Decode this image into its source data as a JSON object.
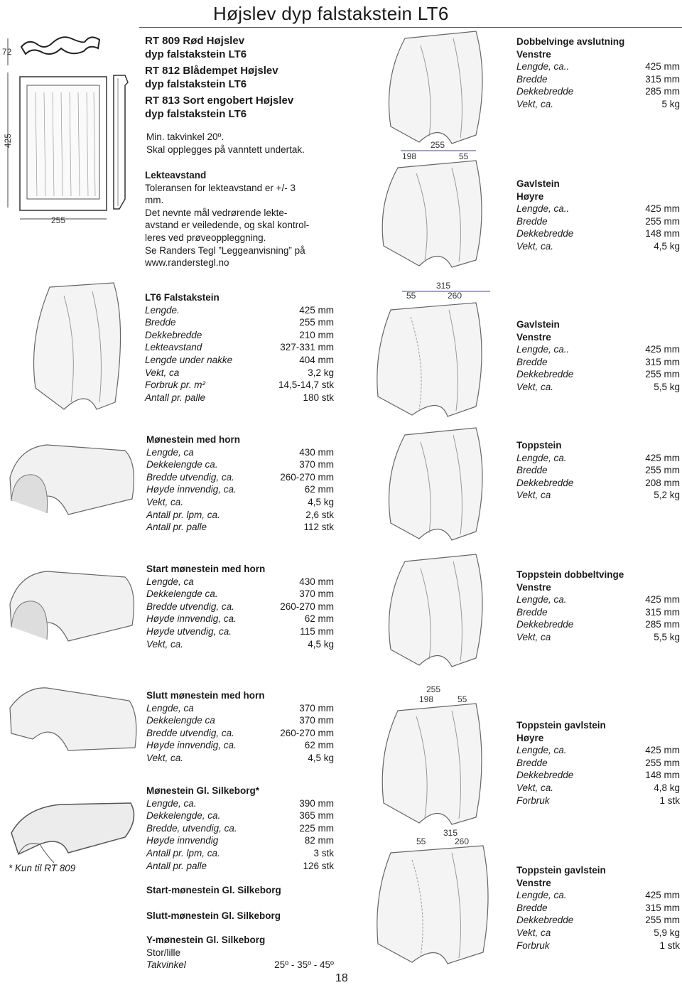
{
  "header": {
    "title": "Højslev dyp falstakstein LT6"
  },
  "products": [
    {
      "l1": "RT 809 Rød Højslev",
      "l2": "dyp falstakstein LT6"
    },
    {
      "l1": "RT 812 Blådempet Højslev",
      "l2": "dyp falstakstein LT6"
    },
    {
      "l1": "RT 813 Sort engobert Højslev",
      "l2": "dyp falstakstein LT6"
    }
  ],
  "dims": {
    "d72": "72",
    "d425": "425",
    "d255": "255",
    "w255": "255",
    "w198": "198",
    "w55": "55",
    "w315": "315",
    "w260": "260",
    "w55b": "55"
  },
  "mintak": {
    "l1": "Min. takvinkel 20º.",
    "l2": "Skal opplegges på vanntett undertak."
  },
  "lekte": {
    "heading": "Lekteavstand",
    "lines": [
      "Toleransen for lekteavstand er +/- 3",
      "mm.",
      "Det nevnte mål vedrørende lekte-",
      "avstand er veiledende, og skal kontrol-",
      "leres ved prøveoppleggning.",
      "Se Randers Tegl ”Leggeanvisning” på",
      "www.randerstegl.no"
    ]
  },
  "lt6": {
    "heading": "LT6 Falstakstein",
    "rows": [
      {
        "k": "Lengde.",
        "v": "425 mm"
      },
      {
        "k": "Bredde",
        "v": "255 mm"
      },
      {
        "k": "Dekkebredde",
        "v": "210 mm"
      },
      {
        "k": "Lekteavstand",
        "v": "327-331 mm"
      },
      {
        "k": "Lengde under nakke",
        "v": "404 mm"
      },
      {
        "k": "Vekt, ca",
        "v": "3,2 kg"
      },
      {
        "k": "Forbruk pr. m²",
        "v": "14,5-14,7 stk"
      },
      {
        "k": "Antall pr. palle",
        "v": "180 stk"
      }
    ]
  },
  "monestein": {
    "heading": "Mønestein med horn",
    "rows": [
      {
        "k": "Lengde, ca",
        "v": "430 mm"
      },
      {
        "k": "Dekkelengde ca.",
        "v": "370 mm"
      },
      {
        "k": "Bredde utvendig, ca.",
        "v": "260-270 mm"
      },
      {
        "k": "Høyde innvendig, ca.",
        "v": "62 mm"
      },
      {
        "k": "Vekt, ca.",
        "v": "4,5 kg"
      },
      {
        "k": "Antall pr. lpm, ca.",
        "v": "2,6 stk"
      },
      {
        "k": "Antall pr. palle",
        "v": "112 stk"
      }
    ]
  },
  "start_mone": {
    "heading": "Start mønestein med horn",
    "rows": [
      {
        "k": "Lengde, ca",
        "v": "430 mm"
      },
      {
        "k": "Dekkelengde ca.",
        "v": "370 mm"
      },
      {
        "k": "Bredde utvendig, ca.",
        "v": "260-270 mm"
      },
      {
        "k": "Høyde innvendig, ca.",
        "v": "62 mm"
      },
      {
        "k": "Høyde utvendig, ca.",
        "v": "115 mm"
      },
      {
        "k": "Vekt, ca.",
        "v": "4,5 kg"
      }
    ]
  },
  "slutt_mone": {
    "heading": "Slutt mønestein med horn",
    "rows": [
      {
        "k": "Lengde, ca",
        "v": "370 mm"
      },
      {
        "k": "Dekkelengde ca",
        "v": "370 mm"
      },
      {
        "k": "Bredde utvendig, ca.",
        "v": "260-270 mm"
      },
      {
        "k": "Høyde innvendig, ca.",
        "v": "62 mm"
      },
      {
        "k": "Vekt, ca.",
        "v": "4,5 kg"
      }
    ]
  },
  "silkeborg": {
    "heading": "Mønestein Gl. Silkeborg*",
    "rows": [
      {
        "k": "Lengde, ca.",
        "v": "390 mm"
      },
      {
        "k": "Dekkelengde, ca.",
        "v": "365 mm"
      },
      {
        "k": "Bredde, utvendig, ca.",
        "v": "225 mm"
      },
      {
        "k": "Høyde innvendig",
        "v": "82 mm"
      },
      {
        "k": "Antall pr. lpm, ca.",
        "v": "3 stk"
      },
      {
        "k": "Antall pr. palle",
        "v": "126 stk"
      }
    ]
  },
  "start_silk": {
    "heading": "Start-mønestein Gl. Silkeborg"
  },
  "slutt_silk": {
    "heading": "Slutt-mønestein Gl. Silkeborg"
  },
  "y_silk": {
    "heading": "Y-mønestein Gl. Silkeborg",
    "l1": "Stor/lille",
    "k": "Takvinkel",
    "v": "25º - 35º - 45º"
  },
  "note": "* Kun til RT 809",
  "page_number": "18",
  "dobbelvinge": {
    "h1": "Dobbelvinge avslutning",
    "h2": "Venstre",
    "rows": [
      {
        "k": "Lengde, ca..",
        "v": "425 mm"
      },
      {
        "k": "Bredde",
        "v": "315 mm"
      },
      {
        "k": "Dekkebredde",
        "v": "285 mm"
      },
      {
        "k": "Vekt, ca.",
        "v": "5 kg"
      }
    ]
  },
  "gavl_hoyre": {
    "h1": "Gavlstein",
    "h2": "Høyre",
    "rows": [
      {
        "k": "Lengde, ca..",
        "v": "425 mm"
      },
      {
        "k": "Bredde",
        "v": "255 mm"
      },
      {
        "k": "Dekkebredde",
        "v": "148 mm"
      },
      {
        "k": "Vekt, ca.",
        "v": "4,5 kg"
      }
    ]
  },
  "gavl_venstre": {
    "h1": "Gavlstein",
    "h2": "Venstre",
    "rows": [
      {
        "k": "Lengde, ca..",
        "v": "425 mm"
      },
      {
        "k": "Bredde",
        "v": "315 mm"
      },
      {
        "k": "Dekkebredde",
        "v": "255 mm"
      },
      {
        "k": "Vekt, ca.",
        "v": "5,5 kg"
      }
    ]
  },
  "toppstein": {
    "h1": "Toppstein",
    "rows": [
      {
        "k": "Lengde, ca.",
        "v": "425 mm"
      },
      {
        "k": "Bredde",
        "v": "255 mm"
      },
      {
        "k": "Dekkebredde",
        "v": "208 mm"
      },
      {
        "k": "Vekt, ca",
        "v": "5,2 kg"
      }
    ]
  },
  "topp_dobbel": {
    "h1": "Toppstein dobbeltvinge",
    "h2": "Venstre",
    "rows": [
      {
        "k": "Lengde, ca.",
        "v": "425 mm"
      },
      {
        "k": "Bredde",
        "v": "315 mm"
      },
      {
        "k": "Dekkebredde",
        "v": "285 mm"
      },
      {
        "k": "Vekt, ca",
        "v": "5,5 kg"
      }
    ]
  },
  "topp_gavl_hoyre": {
    "h1": "Toppstein gavlstein",
    "h2": "Høyre",
    "rows": [
      {
        "k": "Lengde, ca.",
        "v": "425 mm"
      },
      {
        "k": "Bredde",
        "v": "255 mm"
      },
      {
        "k": "Dekkebredde",
        "v": "148 mm"
      },
      {
        "k": "Vekt, ca.",
        "v": "4,8 kg"
      },
      {
        "k": "Forbruk",
        "v": "1 stk"
      }
    ]
  },
  "topp_gavl_venstre": {
    "h1": "Toppstein gavlstein",
    "h2": "Venstre",
    "rows": [
      {
        "k": "Lengde, ca.",
        "v": "425 mm"
      },
      {
        "k": "Bredde",
        "v": "315 mm"
      },
      {
        "k": "Dekkebredde",
        "v": "255 mm"
      },
      {
        "k": "Vekt, ca",
        "v": "5,9 kg"
      },
      {
        "k": "Forbruk",
        "v": "1 stk"
      }
    ]
  }
}
